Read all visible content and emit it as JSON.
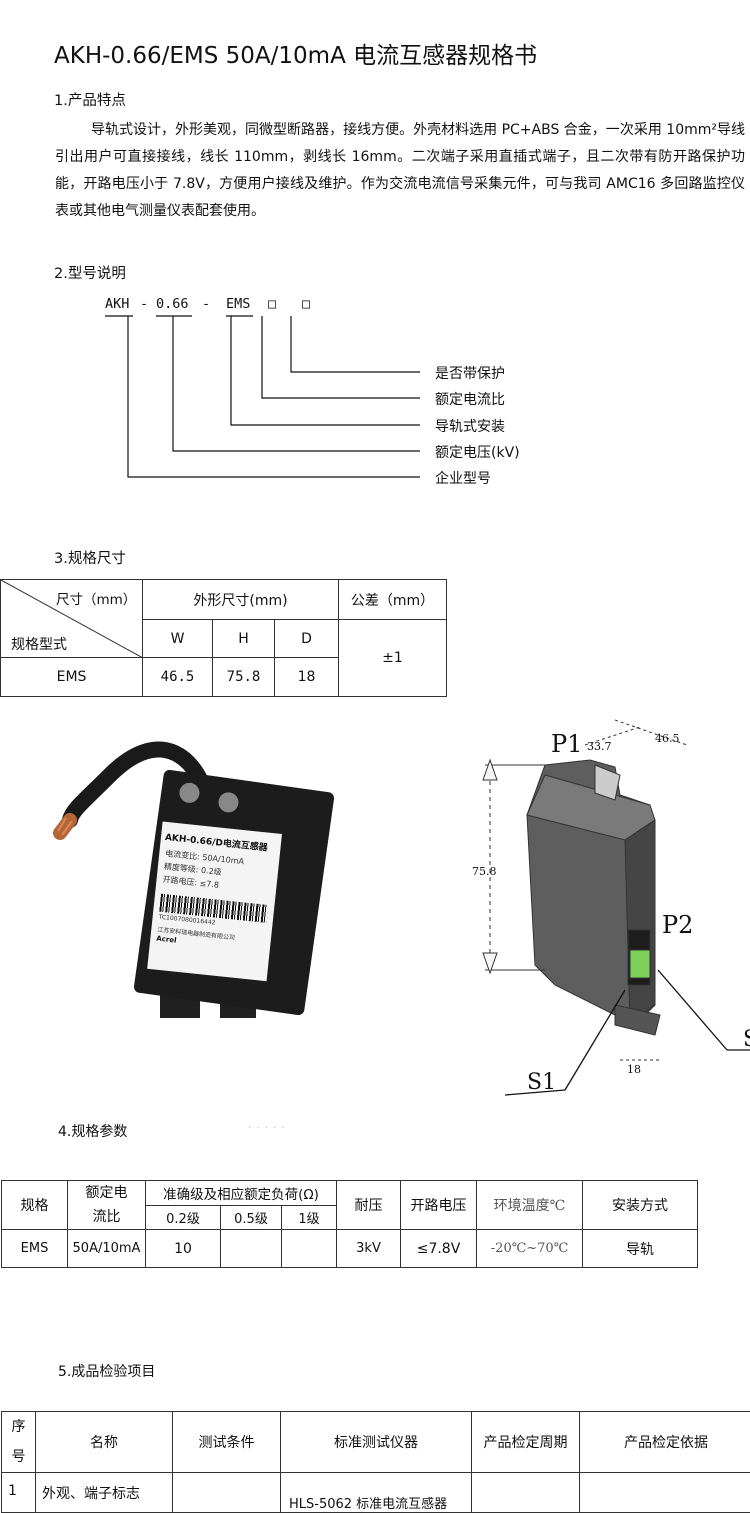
{
  "title": "AKH-0.66/EMS 50A/10mA 电流互感器规格书",
  "section1": {
    "heading": "1.产品特点",
    "paragraph": "导轨式设计，外形美观，同微型断路器，接线方便。外壳材料选用 PC+ABS 合金，一次采用 10mm²导线引出用户可直接接线，线长 110mm，剥线长 16mm。二次端子采用直插式端子，且二次带有防开路保护功能，开路电压小于 7.8V，方便用户接线及维护。作为交流电流信号采集元件，可与我司 AMC16 多回路监控仪表或其他电气测量仪表配套使用。"
  },
  "section2": {
    "heading": "2.型号说明",
    "parts": [
      "AKH",
      "-",
      "0.66",
      "-",
      "EMS",
      "□",
      "□"
    ],
    "labels": [
      "是否带保护",
      "额定电流比",
      "导轨式安装",
      "额定电压(kV)",
      "企业型号"
    ]
  },
  "section3": {
    "heading": "3.规格尺寸",
    "table": {
      "diag_top": "尺寸（mm）",
      "diag_bottom": "规格型式",
      "outer_header": "外形尺寸(mm)",
      "tolerance_header": "公差（mm）",
      "cols": [
        "W",
        "H",
        "D"
      ],
      "row_label": "EMS",
      "values": [
        "46.5",
        "75.8",
        "18"
      ],
      "tolerance": "±1"
    }
  },
  "product_photo": {
    "title_line": "AKH-0.66/D电流互感器",
    "lines": [
      "电流变比:  50A/10mA",
      "精度等级:  0.2级",
      "开路电压:  ≤7.8"
    ],
    "barcode": "TC1007080016442",
    "maker": "江苏安科瑞电器制造有限公司",
    "brand": "Acrel"
  },
  "diagram": {
    "labels": [
      "P1",
      "P2",
      "S1",
      "S"
    ],
    "dims": [
      "33.7",
      "46.5",
      "75.8",
      "18"
    ]
  },
  "section4": {
    "heading": "4.规格参数",
    "headers": {
      "spec": "规格",
      "ratio": "额定电流比",
      "accuracy": "准确级及相应额定负荷(Ω)",
      "classes": [
        "0.2级",
        "0.5级",
        "1级"
      ],
      "withstand": "耐压",
      "open_v": "开路电压",
      "temp": "环境温度℃",
      "mount": "安装方式"
    },
    "row": {
      "spec": "EMS",
      "ratio": "50A/10mA",
      "c02": "10",
      "c05": "",
      "c1": "",
      "withstand": "3kV",
      "open_v": "≤7.8V",
      "temp": "-20℃~70℃",
      "mount": "导轨"
    }
  },
  "section5": {
    "heading": "5.成品检验项目",
    "headers": [
      "序号",
      "名称",
      "测试条件",
      "标准测试仪器",
      "产品检定周期",
      "产品检定依据"
    ],
    "row1": [
      "1",
      "外观、端子标志",
      "",
      "HLS-5062 标准电流互感器",
      "",
      ""
    ]
  }
}
